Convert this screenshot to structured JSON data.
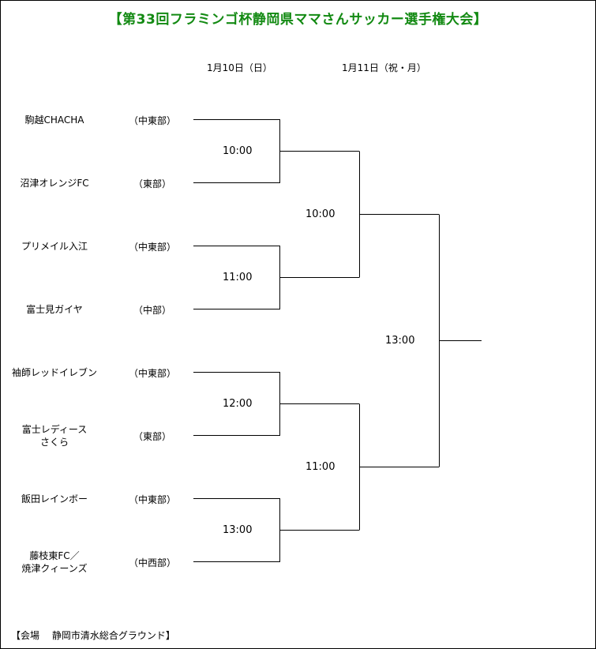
{
  "title": "【第33回フラミンゴ杯静岡県ママさんサッカー選手権大会】",
  "dates": [
    "1月10日（日）",
    "1月11日（祝・月）"
  ],
  "teams": [
    {
      "name": "駒越CHACHA",
      "region": "（中東部）"
    },
    {
      "name": "沼津オレンジFC",
      "region": "（東部）"
    },
    {
      "name": "プリメイル入江",
      "region": "（中東部）"
    },
    {
      "name": "富士見ガイヤ",
      "region": "（中部）"
    },
    {
      "name": "袖師レッドイレブン",
      "region": "（中東部）"
    },
    {
      "name": "富士レディース\nさくら",
      "region": "（東部）"
    },
    {
      "name": "飯田レインボー",
      "region": "（中東部）"
    },
    {
      "name": "藤枝東FC／\n焼津クィーンズ",
      "region": "（中西部）"
    }
  ],
  "round1_times": [
    "10:00",
    "11:00",
    "12:00",
    "13:00"
  ],
  "round2_times": [
    "10:00",
    "11:00"
  ],
  "final_time": "13:00",
  "venue": "【会場　 静岡市清水総合グラウンド】"
}
